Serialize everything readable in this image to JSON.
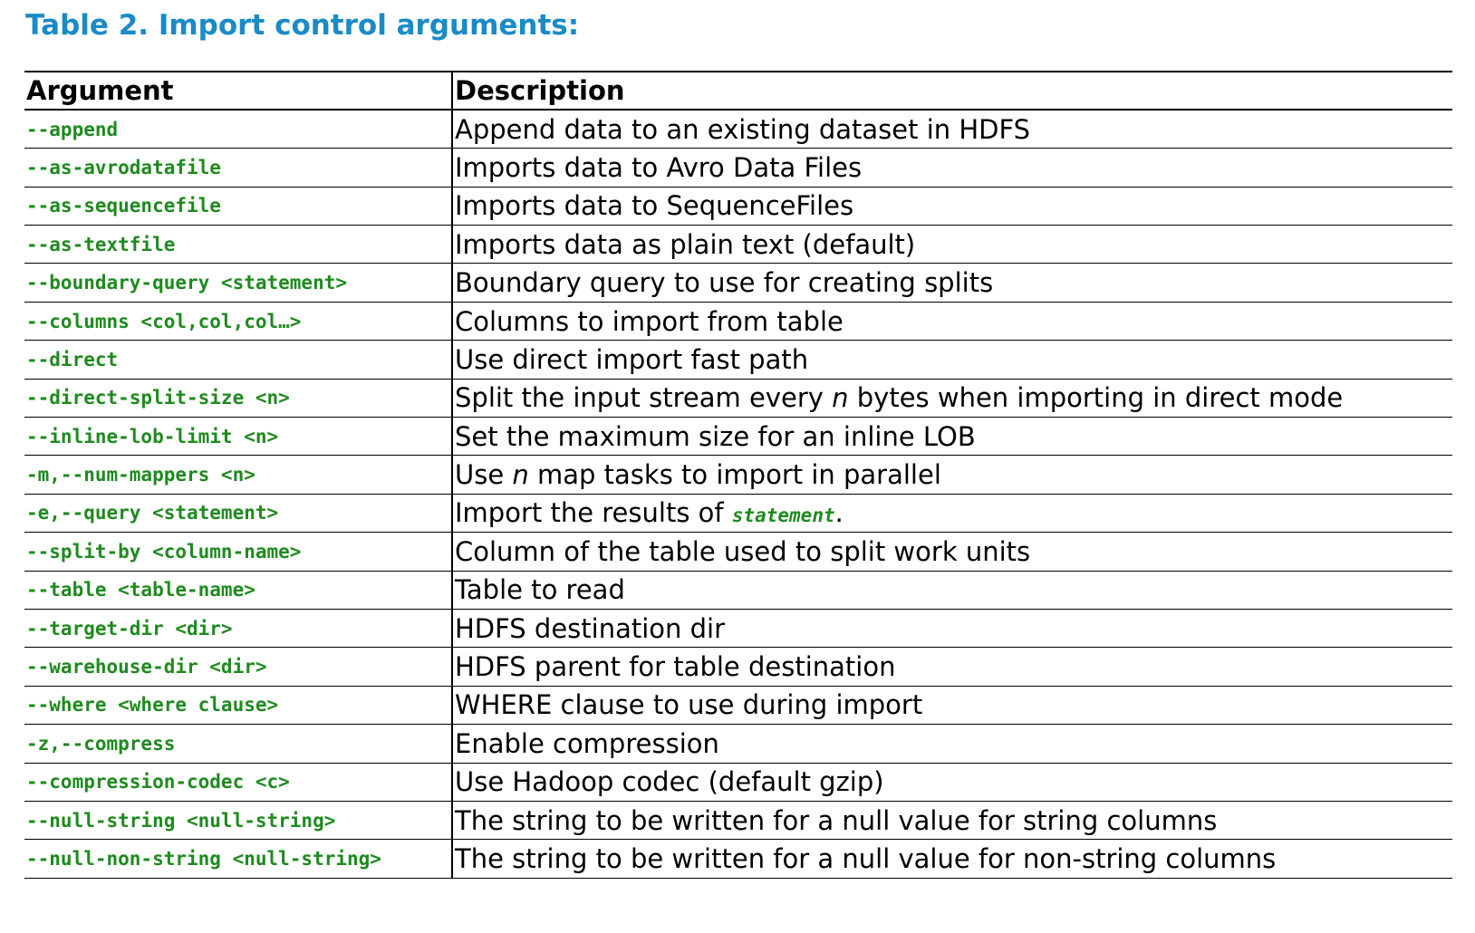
{
  "caption": "Table 2. Import control arguments:",
  "colors": {
    "caption": "#1a8bc6",
    "argument_text": "#1f8a1f",
    "rules": "#000000"
  },
  "table": {
    "headers": [
      "Argument",
      "Description"
    ],
    "rows": [
      {
        "argument": "--append",
        "description": "Append data to an existing dataset in HDFS"
      },
      {
        "argument": "--as-avrodatafile",
        "description": "Imports data to Avro Data Files"
      },
      {
        "argument": "--as-sequencefile",
        "description": "Imports data to SequenceFiles"
      },
      {
        "argument": "--as-textfile",
        "description": "Imports data as plain text (default)"
      },
      {
        "argument": "--boundary-query <statement>",
        "description": "Boundary query to use for creating splits"
      },
      {
        "argument": "--columns <col,col,col…>",
        "description": "Columns to import from table"
      },
      {
        "argument": "--direct",
        "description": "Use direct import fast path"
      },
      {
        "argument": "--direct-split-size <n>",
        "description_parts": [
          "Split the input stream every ",
          "n",
          " bytes when importing in direct mode"
        ]
      },
      {
        "argument": "--inline-lob-limit <n>",
        "description": "Set the maximum size for an inline LOB"
      },
      {
        "argument": "-m,--num-mappers <n>",
        "description_parts": [
          "Use ",
          "n",
          " map tasks to import in parallel"
        ]
      },
      {
        "argument": "-e,--query <statement>",
        "description_parts": [
          "Import the results of ",
          "statement",
          "."
        ]
      },
      {
        "argument": "--split-by <column-name>",
        "description": "Column of the table used to split work units"
      },
      {
        "argument": "--table <table-name>",
        "description": "Table to read"
      },
      {
        "argument": "--target-dir <dir>",
        "description": "HDFS destination dir"
      },
      {
        "argument": "--warehouse-dir <dir>",
        "description": "HDFS parent for table destination"
      },
      {
        "argument": "--where <where clause>",
        "description": "WHERE clause to use during import"
      },
      {
        "argument": "-z,--compress",
        "description": "Enable compression"
      },
      {
        "argument": "--compression-codec <c>",
        "description": "Use Hadoop codec (default gzip)"
      },
      {
        "argument": "--null-string <null-string>",
        "description": "The string to be written for a null value for string columns"
      },
      {
        "argument": "--null-non-string <null-string>",
        "description": "The string to be written for a null value for non-string columns"
      }
    ]
  }
}
